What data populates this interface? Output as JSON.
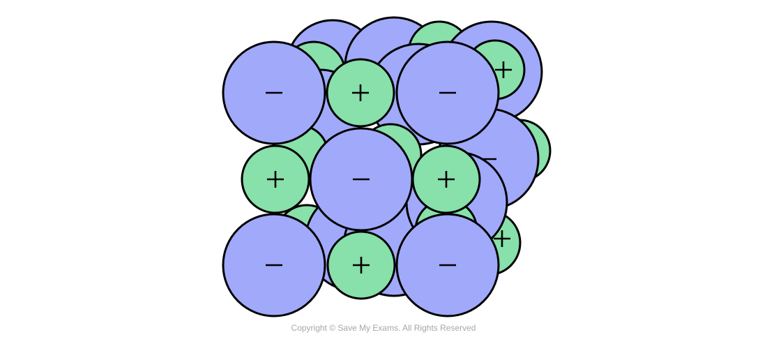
{
  "diagram": {
    "ions": [
      {
        "id": "b1",
        "charge": "negative",
        "layer": "back"
      },
      {
        "id": "b2",
        "charge": "positive",
        "layer": "back"
      },
      {
        "id": "b3",
        "charge": "negative",
        "layer": "back"
      },
      {
        "id": "b4",
        "charge": "positive",
        "layer": "back"
      },
      {
        "id": "b5",
        "charge": "negative",
        "layer": "back"
      },
      {
        "id": "b6",
        "charge": "positive",
        "layer": "back"
      },
      {
        "id": "b7",
        "charge": "negative",
        "layer": "back"
      },
      {
        "id": "b8",
        "charge": "positive",
        "layer": "back"
      },
      {
        "id": "b9",
        "charge": "negative",
        "layer": "back"
      },
      {
        "id": "b10",
        "charge": "positive",
        "layer": "back"
      },
      {
        "id": "b11",
        "charge": "positive",
        "layer": "back"
      },
      {
        "id": "b12",
        "charge": "negative",
        "layer": "back"
      },
      {
        "id": "b13",
        "charge": "positive",
        "layer": "back"
      },
      {
        "id": "b14",
        "charge": "negative",
        "layer": "back"
      },
      {
        "id": "b15",
        "charge": "negative",
        "layer": "back"
      },
      {
        "id": "b16",
        "charge": "negative",
        "layer": "back"
      },
      {
        "id": "b17",
        "charge": "positive",
        "layer": "back"
      },
      {
        "id": "b18",
        "charge": "positive",
        "layer": "back"
      },
      {
        "id": "f1",
        "charge": "negative",
        "layer": "front"
      },
      {
        "id": "f2",
        "charge": "positive",
        "layer": "front"
      },
      {
        "id": "f3",
        "charge": "negative",
        "layer": "front"
      },
      {
        "id": "f4",
        "charge": "positive",
        "layer": "front"
      },
      {
        "id": "f5",
        "charge": "negative",
        "layer": "front"
      },
      {
        "id": "f6",
        "charge": "positive",
        "layer": "front"
      },
      {
        "id": "f7",
        "charge": "negative",
        "layer": "front"
      },
      {
        "id": "f8",
        "charge": "positive",
        "layer": "front"
      },
      {
        "id": "f9",
        "charge": "negative",
        "layer": "front"
      }
    ],
    "colors": {
      "negative_ion": "#a1a9fb",
      "positive_ion": "#88e0aa",
      "outline": "#000000"
    },
    "sign_glyphs": {
      "negative": "−",
      "positive": "+"
    }
  },
  "footer": {
    "copyright": "Copyright © Save My Exams. All Rights Reserved"
  }
}
